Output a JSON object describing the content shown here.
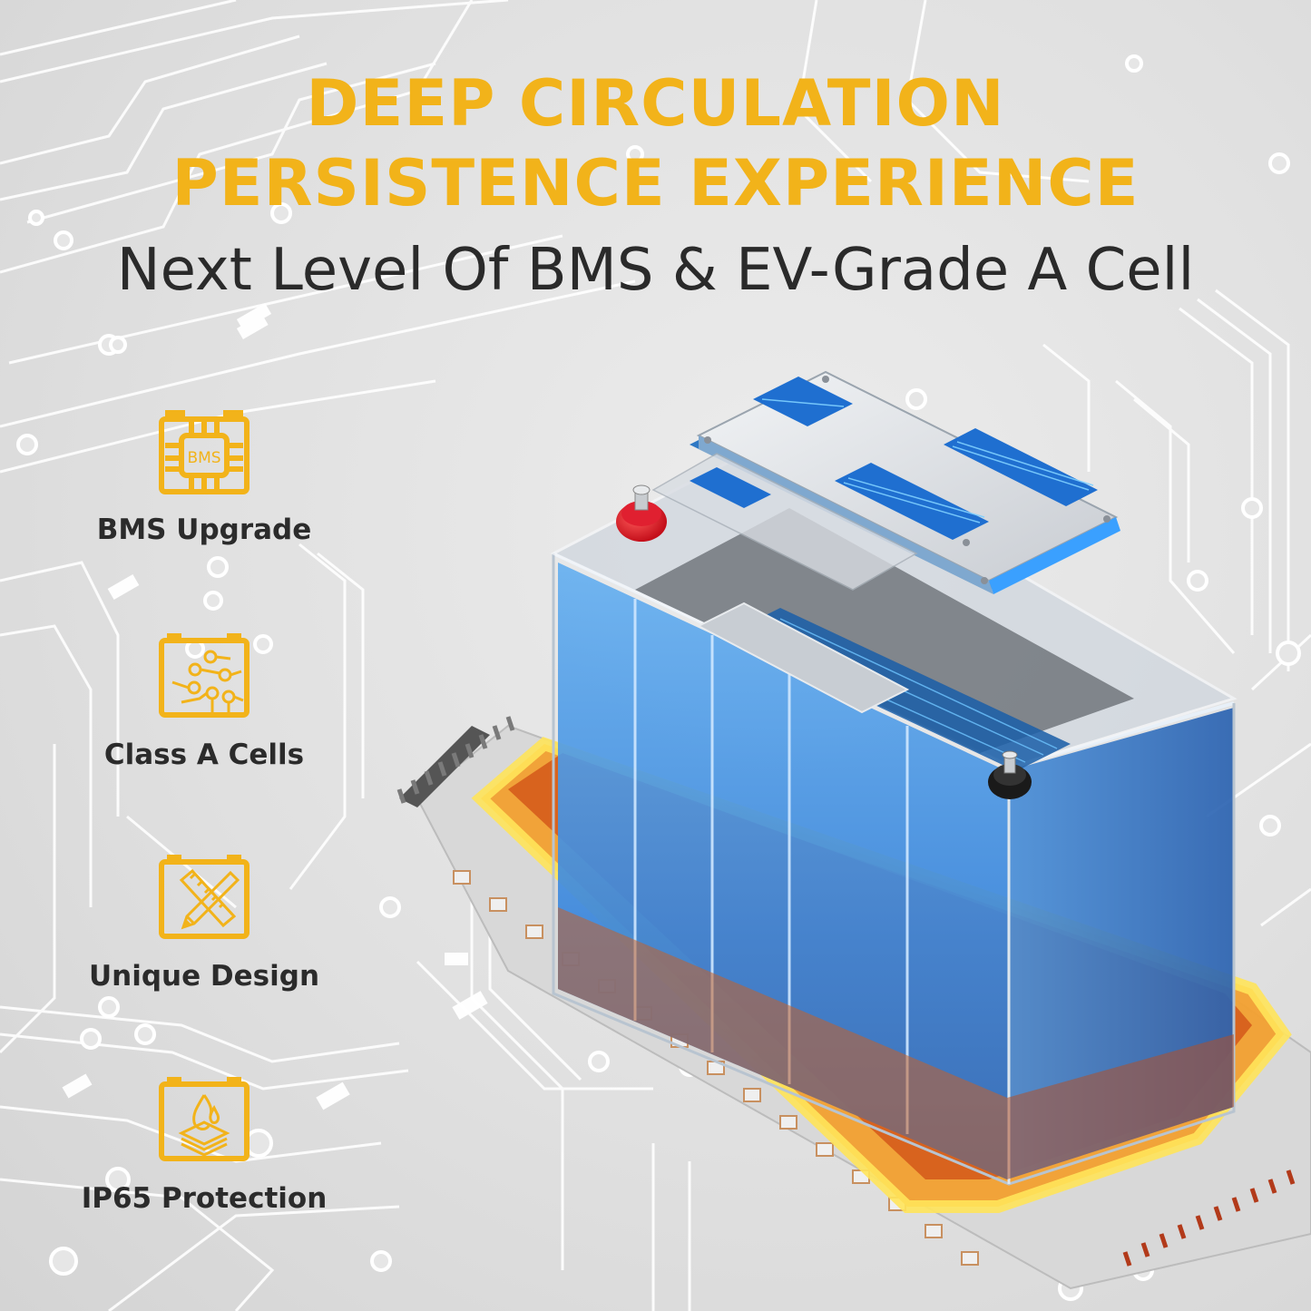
{
  "headline": {
    "line1": "DEEP CIRCULATION",
    "line2": "PERSISTENCE EXPERIENCE",
    "subtitle": "Next Level Of BMS & EV-Grade A Cell"
  },
  "features": [
    {
      "icon": "bms-chip-icon",
      "icon_text": "BMS",
      "label": "BMS Upgrade"
    },
    {
      "icon": "battery-circuit-icon",
      "label": "Class A Cells"
    },
    {
      "icon": "ruler-pencil-battery-icon",
      "label": "Unique Design"
    },
    {
      "icon": "water-drop-battery-icon",
      "label": "IP65 Protection"
    }
  ],
  "product": {
    "name": "transparent-lifepo4-battery-with-bms",
    "terminals": [
      "positive-red",
      "negative-black"
    ]
  },
  "colors": {
    "accent": "#f2b31a",
    "text_dark": "#2a2a2a",
    "background": "#e2e2e2",
    "cell_blue": "#3d8fe0",
    "glow_orange": "#f07a1a"
  }
}
